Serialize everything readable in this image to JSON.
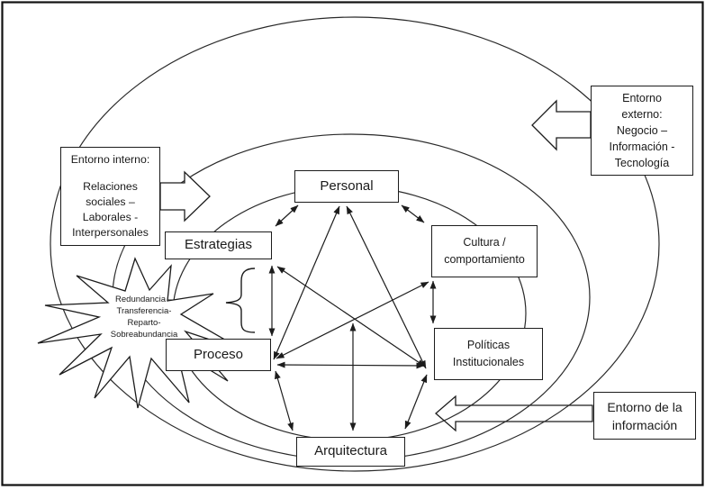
{
  "boxes": {
    "personal": {
      "label": "Personal"
    },
    "estrategias": {
      "label": "Estrategias"
    },
    "proceso": {
      "label": "Proceso"
    },
    "arquitectura": {
      "label": "Arquitectura"
    },
    "cultura": {
      "lines": [
        "Cultura /",
        "comportamiento"
      ]
    },
    "politicas": {
      "lines": [
        "Políticas",
        "Institucionales"
      ]
    },
    "entorno_interno": {
      "lines": [
        "Entorno interno:",
        "",
        "Relaciones",
        "sociales –",
        "Laborales -",
        "Interpersonales"
      ]
    },
    "entorno_externo": {
      "lines": [
        "Entorno",
        "externo:",
        "Negocio –",
        "Información -",
        "Tecnología"
      ]
    },
    "entorno_informacion": {
      "lines": [
        "Entorno de la",
        "información"
      ]
    }
  },
  "starburst": {
    "lines": [
      "Redundancia –",
      "Transferencia-",
      "Reparto-",
      "Sobreabundancia"
    ]
  },
  "colors": {
    "stroke": "#222222",
    "background": "#ffffff"
  }
}
